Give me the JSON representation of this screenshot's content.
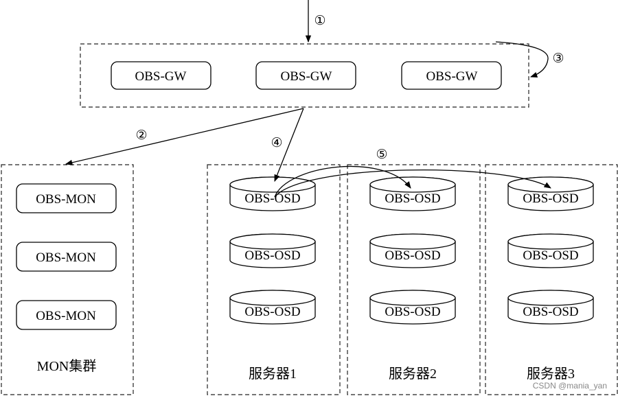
{
  "gateway": {
    "nodes": [
      "OBS-GW",
      "OBS-GW",
      "OBS-GW"
    ]
  },
  "mon_cluster": {
    "nodes": [
      "OBS-MON",
      "OBS-MON",
      "OBS-MON"
    ],
    "label": "MON集群"
  },
  "servers": [
    {
      "label": "服务器1",
      "disks": [
        "OBS-OSD",
        "OBS-OSD",
        "OBS-OSD"
      ]
    },
    {
      "label": "服务器2",
      "disks": [
        "OBS-OSD",
        "OBS-OSD",
        "OBS-OSD"
      ]
    },
    {
      "label": "服务器3",
      "disks": [
        "OBS-OSD",
        "OBS-OSD",
        "OBS-OSD"
      ]
    }
  ],
  "steps": [
    "①",
    "②",
    "③",
    "④",
    "⑤"
  ],
  "watermark": "CSDN @mania_yan"
}
